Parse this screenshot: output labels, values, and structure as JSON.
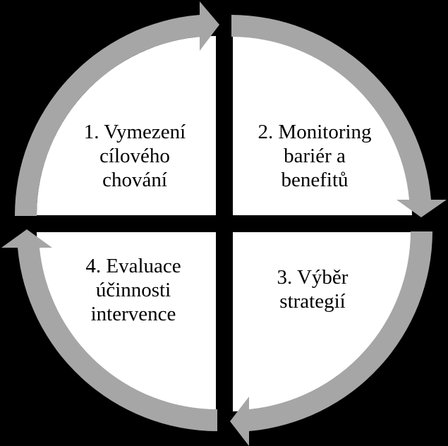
{
  "diagram": {
    "colors": {
      "background": "#000000",
      "quadrant_fill": "#ffffff",
      "arrow_fill": "#a6a6a6",
      "text": "#000000"
    },
    "steps": [
      {
        "lines": [
          "1. Vymezení",
          "cílového",
          "chování"
        ]
      },
      {
        "lines": [
          "2. Monitoring",
          "bariér a",
          "benefitů"
        ]
      },
      {
        "lines": [
          "3. Výběr",
          "strategií"
        ]
      },
      {
        "lines": [
          "4. Evaluace",
          "účinnosti",
          "intervence"
        ]
      }
    ]
  }
}
